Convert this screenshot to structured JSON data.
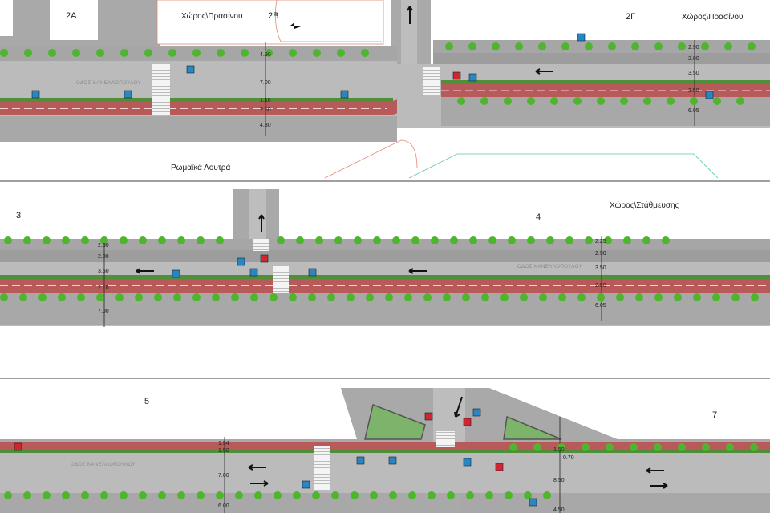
{
  "colors": {
    "road": "#b9b9b9",
    "sidewalk": "#a6a6a6",
    "bike_lane": "#b85a5a",
    "hedge": "#4f8f3a",
    "tree": "#4fb52e",
    "sign_blue": "#2a86c2",
    "sign_red": "#d0262e",
    "parking": "#8f8f8f"
  },
  "street_name": "ΟΔΟΣ ΚΑΝΕΛΛΟΠΟΥΛΟΥ",
  "panel1": {
    "zones": [
      "2A",
      "2B",
      "2Γ"
    ],
    "green_space_left": "Χώρος\\Πρασίνου",
    "green_space_right": "Χώρος\\Πρασίνου",
    "landmark": "Ρωμαϊκά Λουτρά",
    "dims_left": [
      "4.90",
      "7.00",
      "1.10",
      "2.50",
      "4.30"
    ],
    "dims_right": [
      "2.90",
      "2.00",
      "3.50",
      "2.50",
      "6.05"
    ]
  },
  "panel2": {
    "zones": [
      "3",
      "4"
    ],
    "parking_space": "Χώρος\\Στάθμευσης",
    "dims_left": [
      "2.60",
      "2.00",
      "3.50",
      "2.10",
      "7.00"
    ],
    "dims_right": [
      "2.25",
      "2.50",
      "3.50",
      "2.50",
      "6.05"
    ]
  },
  "panel3": {
    "zones": [
      "5",
      "7"
    ],
    "dims_left": [
      "1.54",
      "1.50",
      "7.00",
      "6.00"
    ],
    "dims_right": [
      "1.50",
      "0.70",
      "8.50",
      "4.50"
    ]
  }
}
